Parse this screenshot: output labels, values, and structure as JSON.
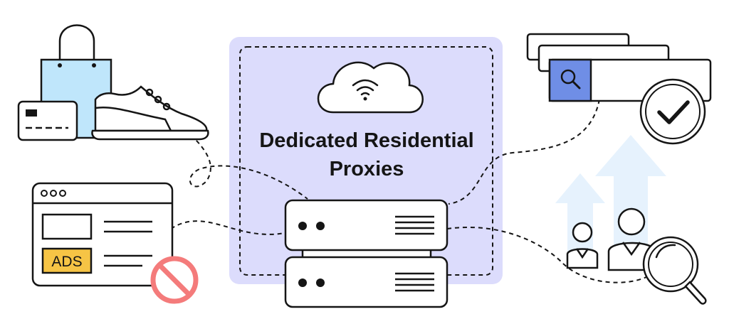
{
  "diagram": {
    "title_line1": "Dedicated Residential",
    "title_line2": "Proxies",
    "ads_badge": "ADS",
    "colors": {
      "panel_fill": "#dcdcfc",
      "search_button": "#6f8ee6",
      "ads_badge": "#f6c445",
      "shopping_bag": "#bfe6fb",
      "arrows": "#e6f2fd",
      "block_sign": "#f47b7b",
      "stroke": "#151515"
    },
    "icons": [
      "shopping-bag-icon",
      "credit-card-icon",
      "sneaker-icon",
      "cloud-wifi-icon",
      "server-icon",
      "browser-window-icon",
      "no-ads-icon",
      "search-bar-icon",
      "checkmark-icon",
      "users-icon",
      "magnifier-icon",
      "growth-arrows-icon"
    ]
  }
}
